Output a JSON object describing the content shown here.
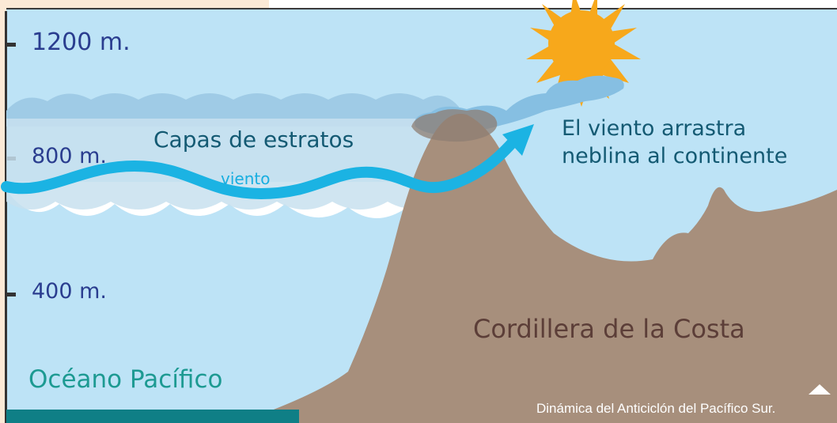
{
  "axis": {
    "ticks": [
      {
        "label": "1200 m."
      },
      {
        "label": "800 m."
      },
      {
        "label": "400 m."
      }
    ]
  },
  "labels": {
    "stratus": "Capas de estratos",
    "wind": "viento",
    "fog_line1": "El viento arrastra",
    "fog_line2": "neblina al continente",
    "ocean": "Océano Pacífico",
    "range": "Cordillera de la Costa",
    "caption": "Dinámica del Anticiclón del Pacífico Sur."
  },
  "colors": {
    "sky": "#bde3f6",
    "mountain": "#a78f7c",
    "ocean": "#0f7f86",
    "wind": "#1bb3e3",
    "sun": "#f7a81b",
    "cloud": "#86bfe2",
    "panel": "#fbe9d6"
  }
}
